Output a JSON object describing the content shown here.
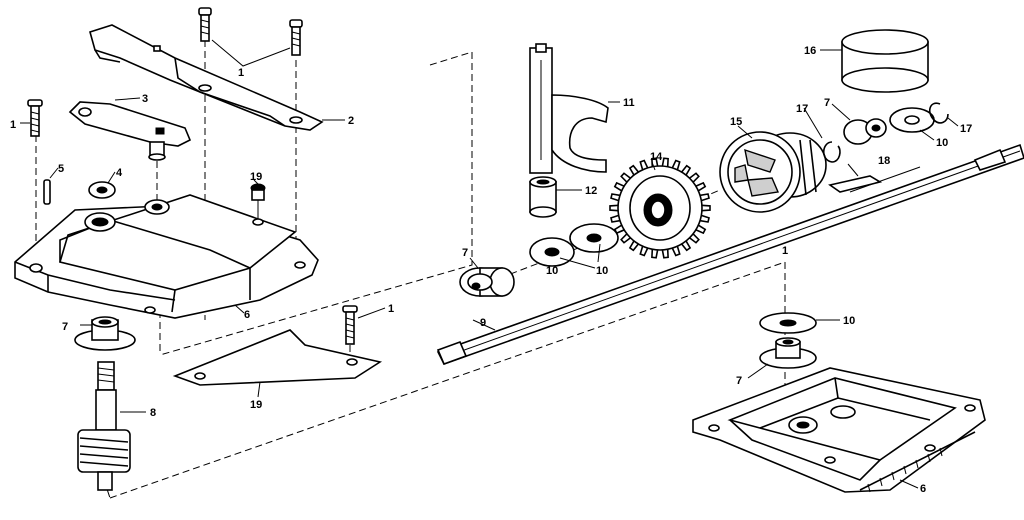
{
  "labels": {
    "screw_top": "1",
    "bracket": "2",
    "arm": "3",
    "washer_left": "4",
    "pin": "5",
    "housing_left": "6",
    "bushing_left": "7",
    "worm_shaft": "8",
    "axle": "9",
    "washer_a": "10",
    "washer_b": "10",
    "shift_fork": "11",
    "collar": "12",
    "gear": "14",
    "clutch": "15",
    "cap": "16",
    "clip_a": "17",
    "clip_b": "17",
    "key": "18",
    "plug": "19",
    "plate": "19",
    "screw_left": "1",
    "screw_mid": "1",
    "bushing_a": "7",
    "bushing_b": "7",
    "washer_c": "10",
    "washer_d": "10",
    "bushing_c": "7",
    "housing_right": "6",
    "callout_1_right": "1"
  }
}
